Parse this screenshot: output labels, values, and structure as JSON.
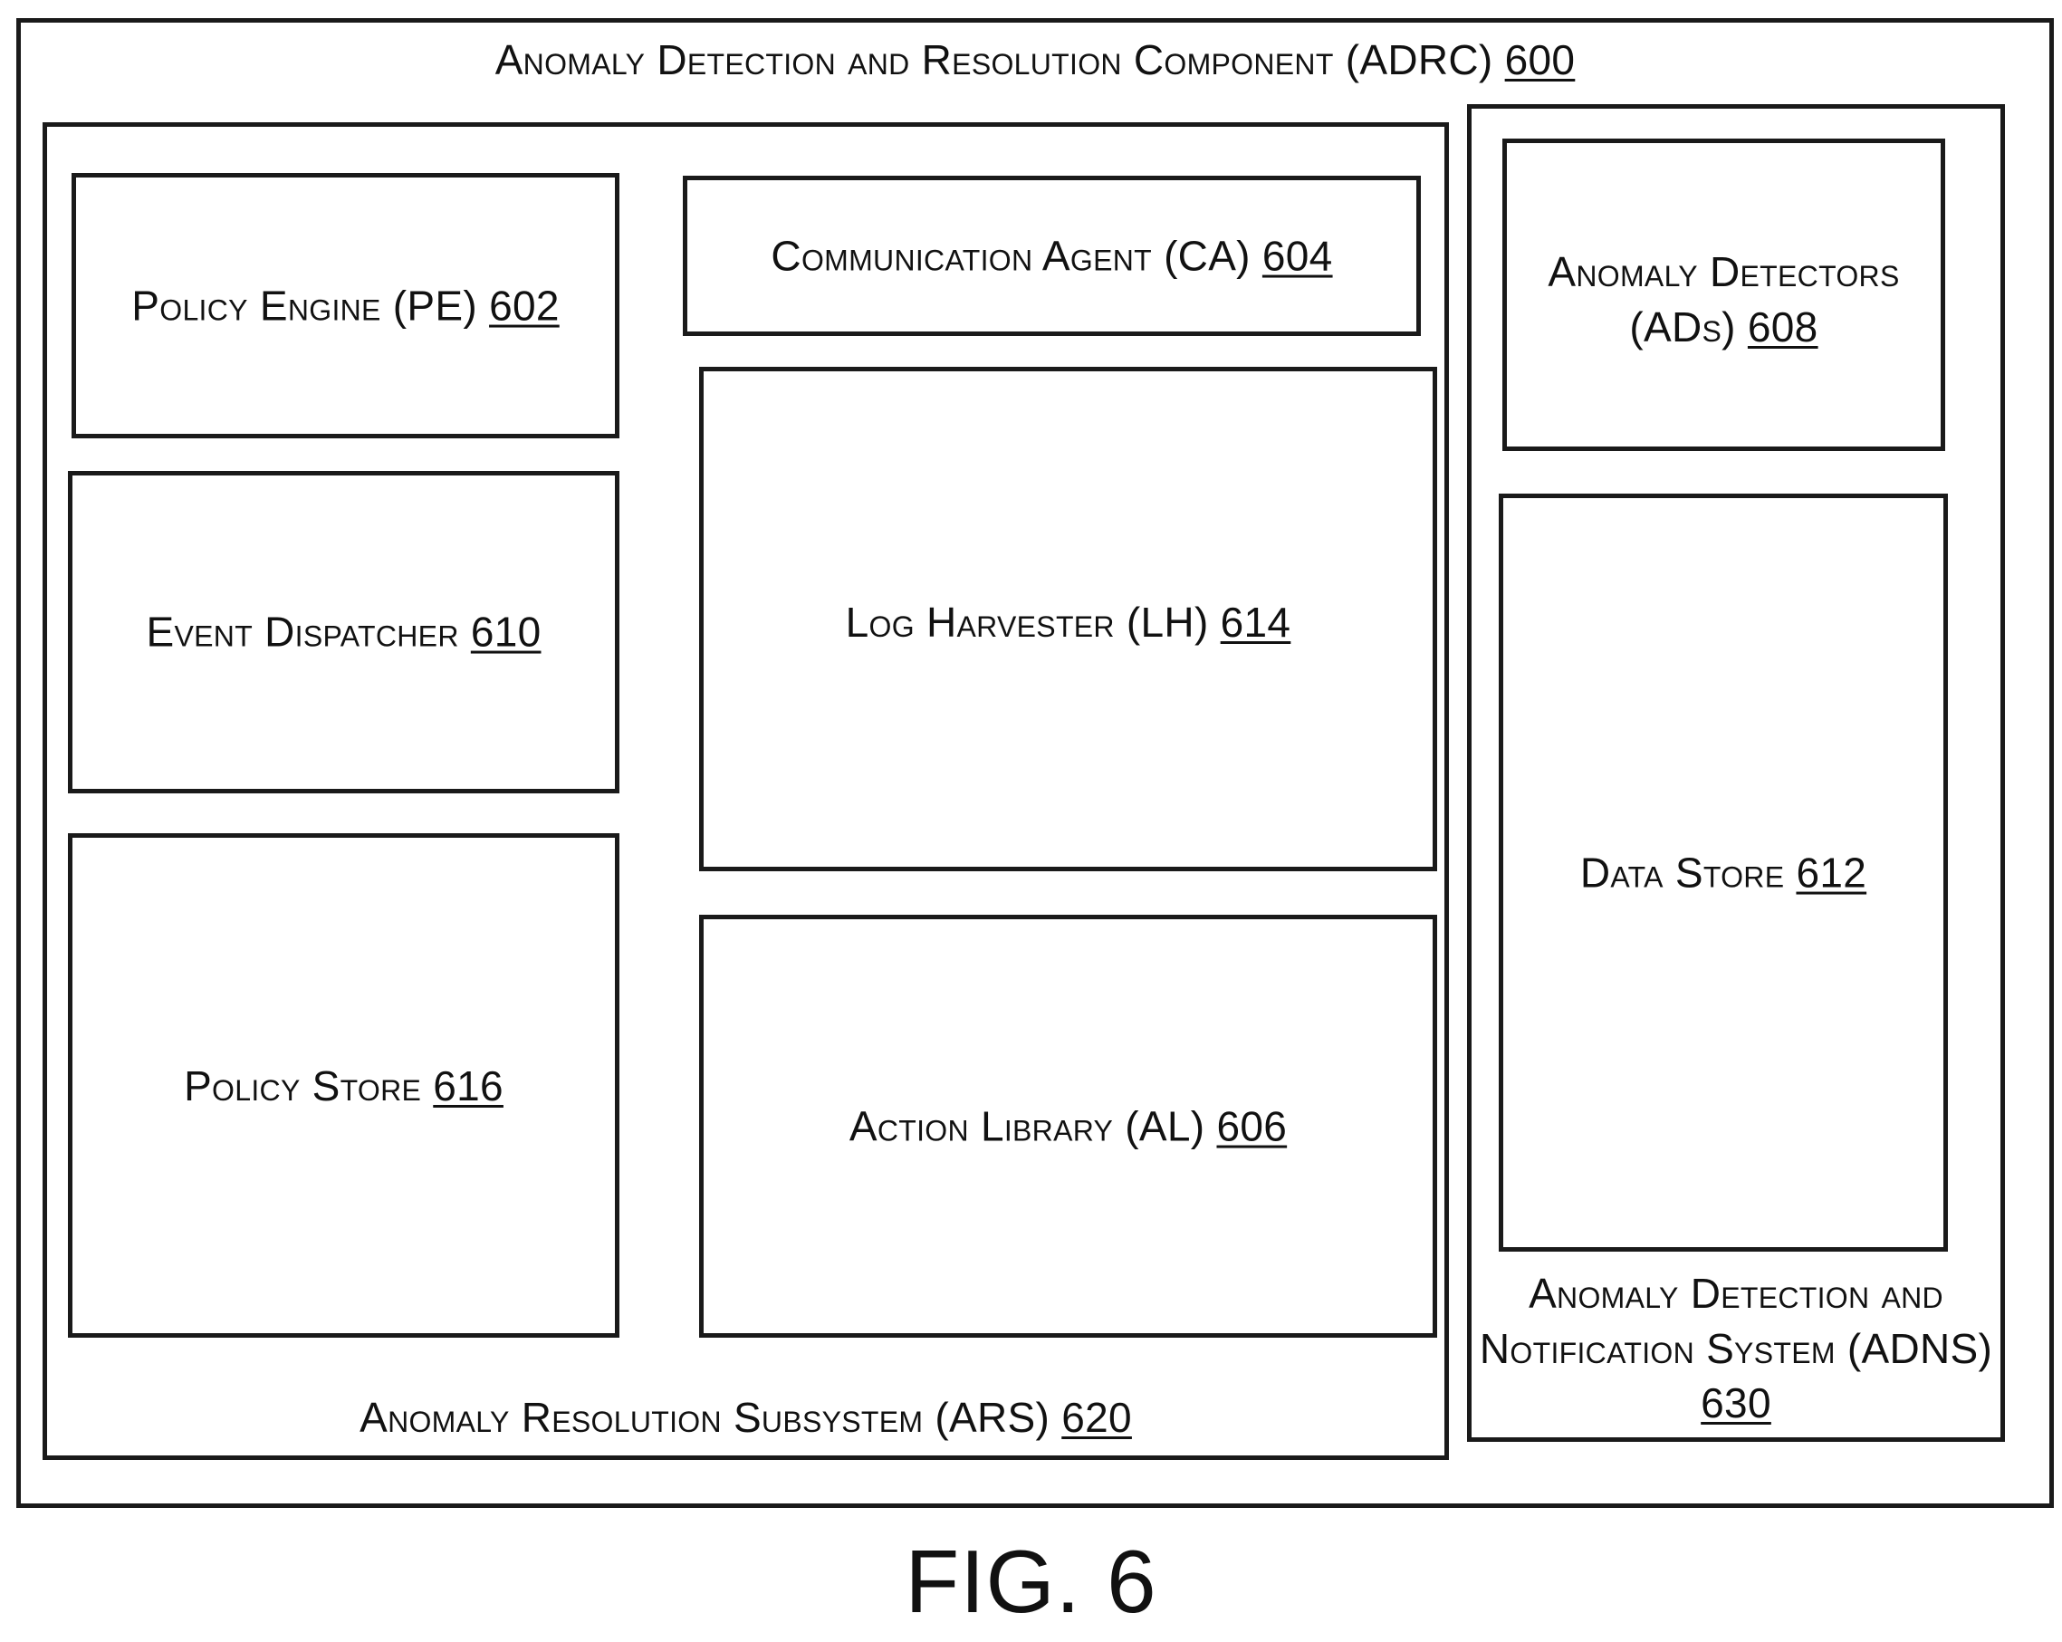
{
  "adrc": {
    "name": "Anomaly Detection and Resolution Component (ADRC)",
    "ref": "600"
  },
  "ars": {
    "name": "Anomaly Resolution Subsystem (ARS)",
    "ref": "620"
  },
  "adns": {
    "name_line1": "Anomaly Detection and",
    "name_line2": "Notification System (ADNS)",
    "ref": "630"
  },
  "components": {
    "policy_engine": {
      "name": "Policy Engine (PE)",
      "ref": "602"
    },
    "communication_agent": {
      "name": "Communication Agent (CA)",
      "ref": "604"
    },
    "event_dispatcher": {
      "name": "Event Dispatcher",
      "ref": "610"
    },
    "log_harvester": {
      "name": "Log Harvester (LH)",
      "ref": "614"
    },
    "policy_store": {
      "name": "Policy Store",
      "ref": "616"
    },
    "action_library": {
      "name": "Action Library (AL)",
      "ref": "606"
    },
    "anomaly_detectors": {
      "name_line1": "Anomaly Detectors",
      "name_line2": "(ADs)",
      "ref": "608"
    },
    "data_store": {
      "name": "Data Store",
      "ref": "612"
    }
  },
  "figure_label": "FIG. 6"
}
